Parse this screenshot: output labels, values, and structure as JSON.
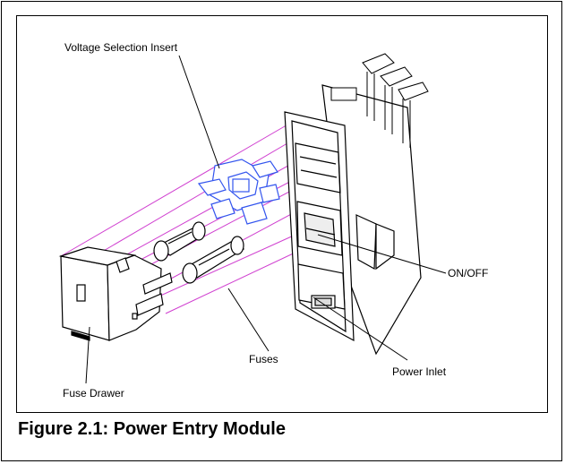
{
  "figure": {
    "caption": "Figure 2.1:  Power Entry Module",
    "labels": {
      "voltage_insert": "Voltage Selection Insert",
      "on_off": "ON/OFF",
      "fuses": "Fuses",
      "power_inlet": "Power Inlet",
      "fuse_drawer": "Fuse Drawer"
    },
    "colors": {
      "guide_lines": "#d040d0",
      "voltage_insert": "#3355ee",
      "outline": "#000000"
    }
  }
}
